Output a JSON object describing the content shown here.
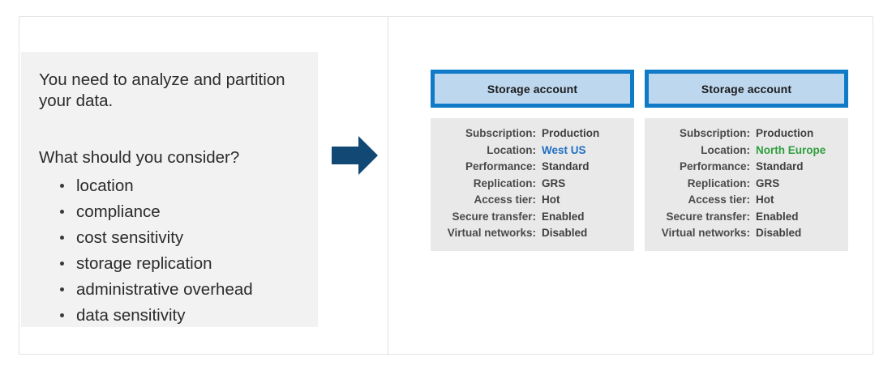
{
  "left_panel": {
    "lead_text": "You need to analyze and partition your data.",
    "prompt_text": "What should you consider?",
    "considerations": [
      "location",
      "compliance",
      "cost sensitivity",
      "storage replication",
      "administrative overhead",
      "data sensitivity"
    ]
  },
  "arrow": {
    "icon": "right-arrow-icon",
    "color": "#114874"
  },
  "right_panel": {
    "cards": [
      {
        "title": "Storage account",
        "header_border_color": "#0f7ac8",
        "header_fill_color": "#bdd7ee",
        "properties": [
          {
            "label": "Subscription:",
            "value": "Production",
            "accent": "none"
          },
          {
            "label": "Location:",
            "value": "West US",
            "accent": "blue"
          },
          {
            "label": "Performance:",
            "value": "Standard",
            "accent": "none"
          },
          {
            "label": "Replication:",
            "value": "GRS",
            "accent": "none"
          },
          {
            "label": "Access tier:",
            "value": "Hot",
            "accent": "none"
          },
          {
            "label": "Secure transfer:",
            "value": "Enabled",
            "accent": "none"
          },
          {
            "label": "Virtual networks:",
            "value": "Disabled",
            "accent": "none"
          }
        ]
      },
      {
        "title": "Storage account",
        "header_border_color": "#0f7ac8",
        "header_fill_color": "#bdd7ee",
        "properties": [
          {
            "label": "Subscription:",
            "value": "Production",
            "accent": "none"
          },
          {
            "label": "Location:",
            "value": "North Europe",
            "accent": "green"
          },
          {
            "label": "Performance:",
            "value": "Standard",
            "accent": "none"
          },
          {
            "label": "Replication:",
            "value": "GRS",
            "accent": "none"
          },
          {
            "label": "Access tier:",
            "value": "Hot",
            "accent": "none"
          },
          {
            "label": "Secure transfer:",
            "value": "Enabled",
            "accent": "none"
          },
          {
            "label": "Virtual networks:",
            "value": "Disabled",
            "accent": "none"
          }
        ]
      }
    ]
  },
  "colors": {
    "accent_blue": "#1f6fc4",
    "accent_green": "#2e9e3d",
    "header_blue": "#0f7ac8",
    "header_fill": "#bdd7ee",
    "panel_gray": "#e9e9e9",
    "question_gray": "#f2f2f2",
    "arrow_navy": "#114874"
  }
}
